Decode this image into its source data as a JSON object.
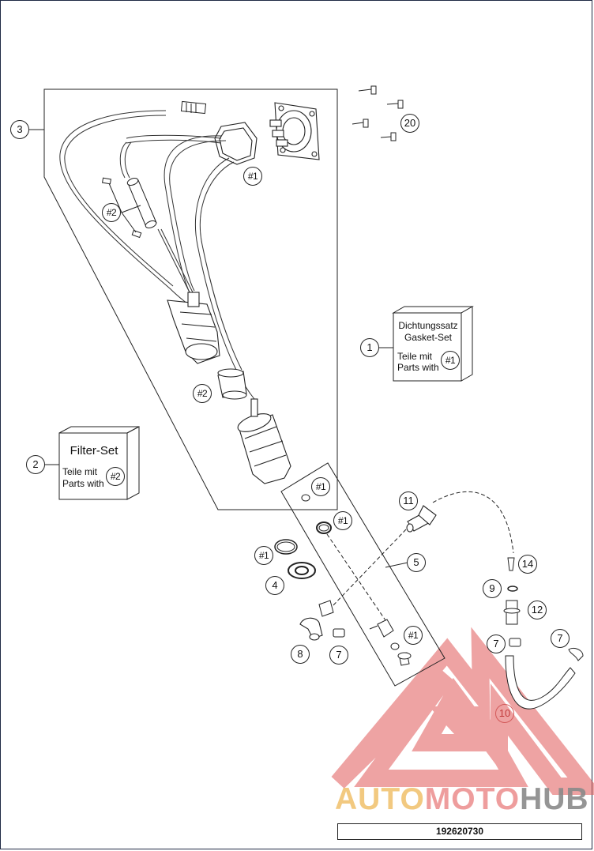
{
  "callouts": {
    "c1": "1",
    "c2": "2",
    "c3": "3",
    "c4": "4",
    "c5": "5",
    "c7a": "7",
    "c7b": "7",
    "c7c": "7",
    "c8": "8",
    "c9": "9",
    "c10": "10",
    "c11": "11",
    "c12": "12",
    "c14": "14",
    "c20": "20",
    "h1_top": "#1",
    "h2_top": "#2",
    "h2_mid": "#2",
    "h1_p1": "#1",
    "h1_p2": "#1",
    "h1_p3": "#1",
    "h1_p4": "#1"
  },
  "gasket_box": {
    "title_de": "Dichtungssatz",
    "title_en": "Gasket-Set",
    "parts_de": "Teile mit",
    "parts_en": "Parts with",
    "ref": "#1"
  },
  "filter_box": {
    "title": "Filter-Set",
    "parts_de": "Teile mit",
    "parts_en": "Parts with",
    "ref": "#2"
  },
  "watermark": {
    "part1": "AUTO",
    "part2": "MOTO",
    "part3": "HUB"
  },
  "footer": {
    "drawing_number": "192620730"
  },
  "colors": {
    "line": "#222222",
    "watermark_red": "#e05858",
    "watermark_yellow": "#f0c06a",
    "watermark_grey": "#8a8a8a",
    "frame": "#1f2a44"
  }
}
